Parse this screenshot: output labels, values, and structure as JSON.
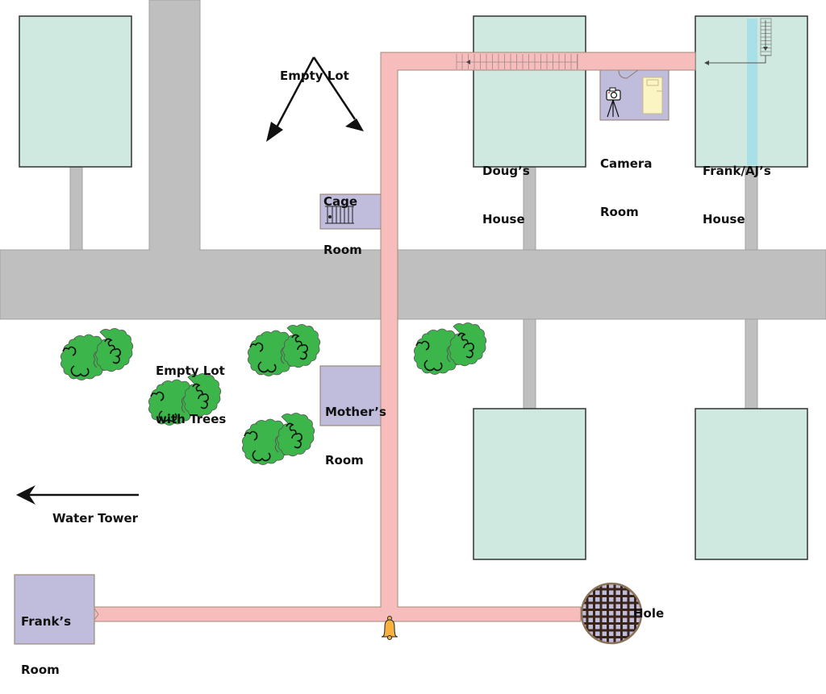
{
  "map": {
    "colors": {
      "road": "#bfbfbf",
      "road_edge": "#a0a0a0",
      "house": "#cfe9e1",
      "house_edge": "#333333",
      "tunnel": "#f7bcbc",
      "tunnel_edge": "#a08a78",
      "room": "#bfbcdc",
      "room_edge": "#8c7a6a",
      "tree": "#3cb54a",
      "bell": "#f8b13c",
      "hole_grate": "#3a2418",
      "water_strip": "#a9dfe6",
      "bed": "#fbf5c4"
    },
    "labels": {
      "empty_lot_top": [
        "Empty Lot"
      ],
      "cage_room": [
        "Cage",
        "Room"
      ],
      "dougs_house": [
        "Doug’s",
        "House"
      ],
      "camera_room": [
        "Camera",
        "Room"
      ],
      "frank_aj_house": [
        "Frank/AJ’s",
        "House"
      ],
      "empty_lot_trees": [
        "Empty Lot",
        "with Trees"
      ],
      "mothers_room": [
        "Mother’s",
        "Room"
      ],
      "water_tower": [
        "Water Tower"
      ],
      "franks_room": [
        "Frank’s",
        "Room"
      ],
      "hole": [
        "Hole"
      ]
    },
    "icons": {
      "cage": "cage-icon",
      "camera": "camera-on-tripod-icon",
      "bed": "bed-icon",
      "bell": "bell-icon",
      "ladder": "ladder-icon",
      "hole": "grate-hole-icon",
      "tree": "tree-icon"
    }
  }
}
